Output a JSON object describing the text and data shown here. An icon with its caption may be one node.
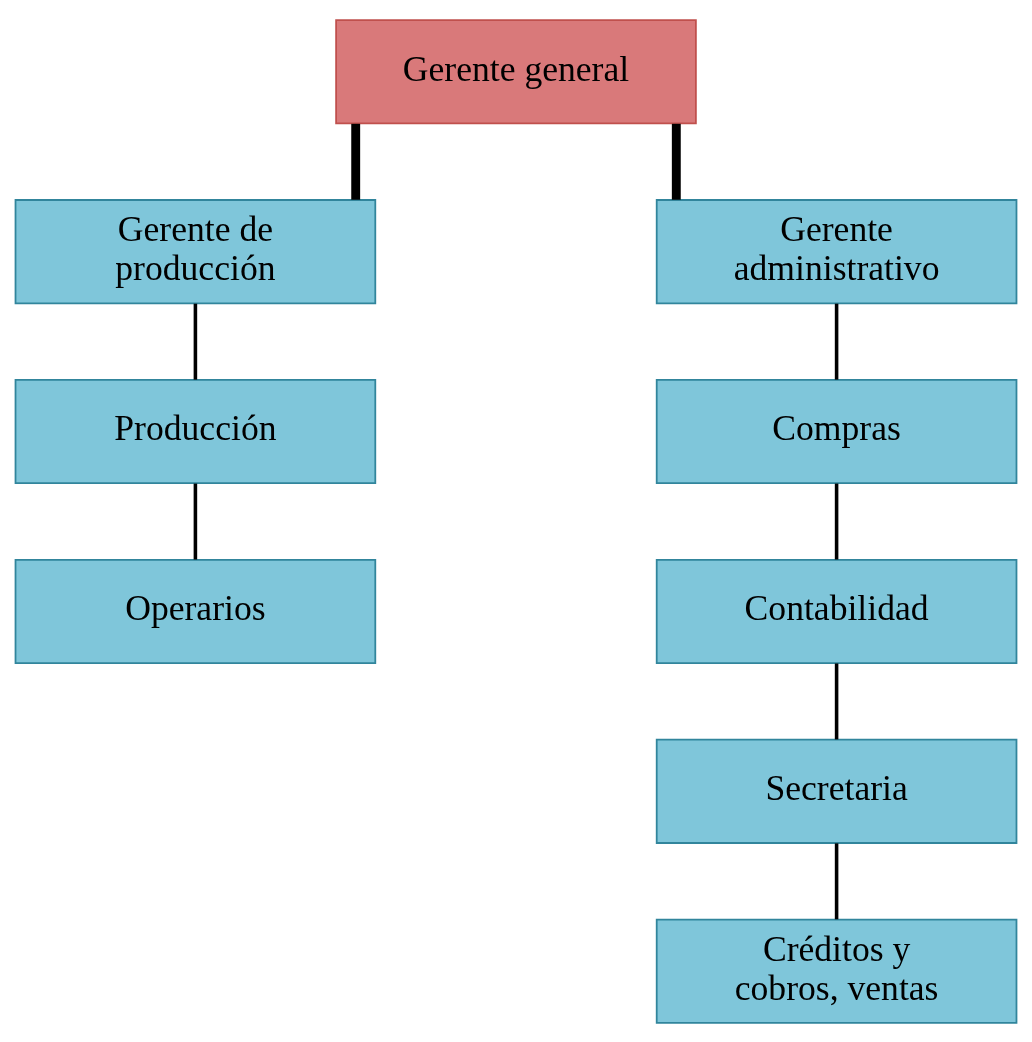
{
  "diagram": {
    "nodes": [
      {
        "text": [
          "Gerente general"
        ]
      },
      {
        "text": [
          "Gerente de producción"
        ]
      },
      {
        "text": [
          "Producción"
        ]
      },
      {
        "text": [
          "Operarios"
        ]
      },
      {
        "text": [
          "Gerente administrativo"
        ]
      },
      {
        "text": [
          "Compras"
        ]
      },
      {
        "text": [
          "Contabilidad"
        ]
      },
      {
        "text": [
          "Secretaria"
        ]
      },
      {
        "text": [
          "Créditos y cobros, ventas"
        ]
      }
    ],
    "edges": [
      {
        "from": 0,
        "to": 1,
        "arrow": "none",
        "style": "thick"
      },
      {
        "from": 0,
        "to": 4,
        "arrow": "none",
        "style": "thick"
      },
      {
        "from": 1,
        "to": 2,
        "arrow": "none"
      },
      {
        "from": 2,
        "to": 3,
        "arrow": "none"
      },
      {
        "from": 4,
        "to": 5,
        "arrow": "none"
      },
      {
        "from": 5,
        "to": 6,
        "arrow": "none"
      },
      {
        "from": 6,
        "to": 7,
        "arrow": "none"
      },
      {
        "from": 7,
        "to": 8,
        "arrow": "none"
      }
    ]
  }
}
